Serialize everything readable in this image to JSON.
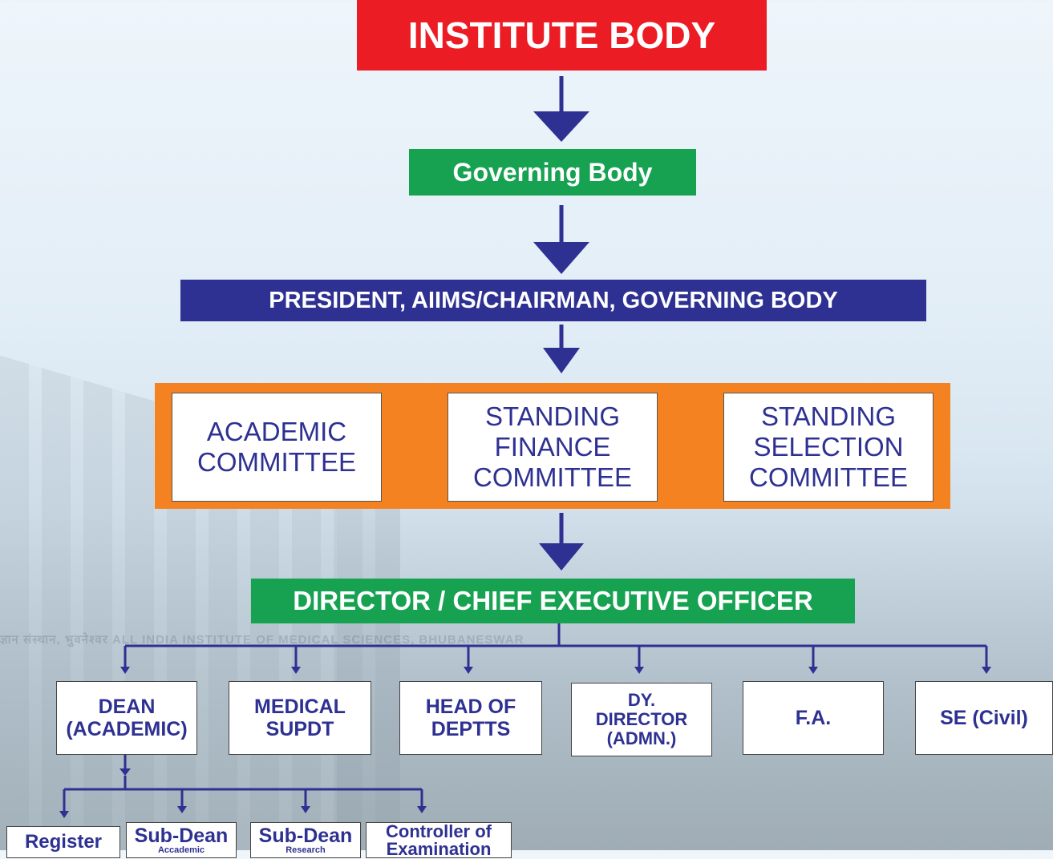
{
  "institute_body": "INSTITUTE BODY",
  "governing_body": "Governing Body",
  "president": "PRESIDENT, AIIMS/CHAIRMAN, GOVERNING BODY",
  "committees": [
    {
      "lines": [
        "ACADEMIC",
        "COMMITTEE"
      ]
    },
    {
      "lines": [
        "STANDING",
        "FINANCE",
        "COMMITTEE"
      ]
    },
    {
      "lines": [
        "STANDING",
        "SELECTION",
        "COMMITTEE"
      ]
    }
  ],
  "director": "DIRECTOR / CHIEF EXECUTIVE OFFICER",
  "officers": [
    {
      "lines": [
        "DEAN",
        "(ACADEMIC)"
      ]
    },
    {
      "lines": [
        "MEDICAL",
        "SUPDT"
      ]
    },
    {
      "lines": [
        "HEAD OF",
        "DEPTTS"
      ]
    },
    {
      "lines": [
        "DY.",
        "DIRECTOR",
        "(ADMN.)"
      ]
    },
    {
      "lines": [
        "F.A."
      ]
    },
    {
      "lines": [
        "SE (Civil)"
      ]
    }
  ],
  "dean_subunits": [
    {
      "title": "Register",
      "sub": ""
    },
    {
      "title": "Sub-Dean",
      "sub": "Accademic"
    },
    {
      "title": "Sub-Dean",
      "sub": "Research"
    },
    {
      "title": "Controller of",
      "sub": "Examination"
    }
  ],
  "background_sign": "ज्ञान संस्थान, भुवनेश्वर  ALL INDIA INSTITUTE OF MEDICAL SCIENCES, BHUBANESWAR",
  "colors": {
    "red": "#ec1c24",
    "green": "#17a252",
    "navy": "#2e3192",
    "orange": "#f58220"
  }
}
